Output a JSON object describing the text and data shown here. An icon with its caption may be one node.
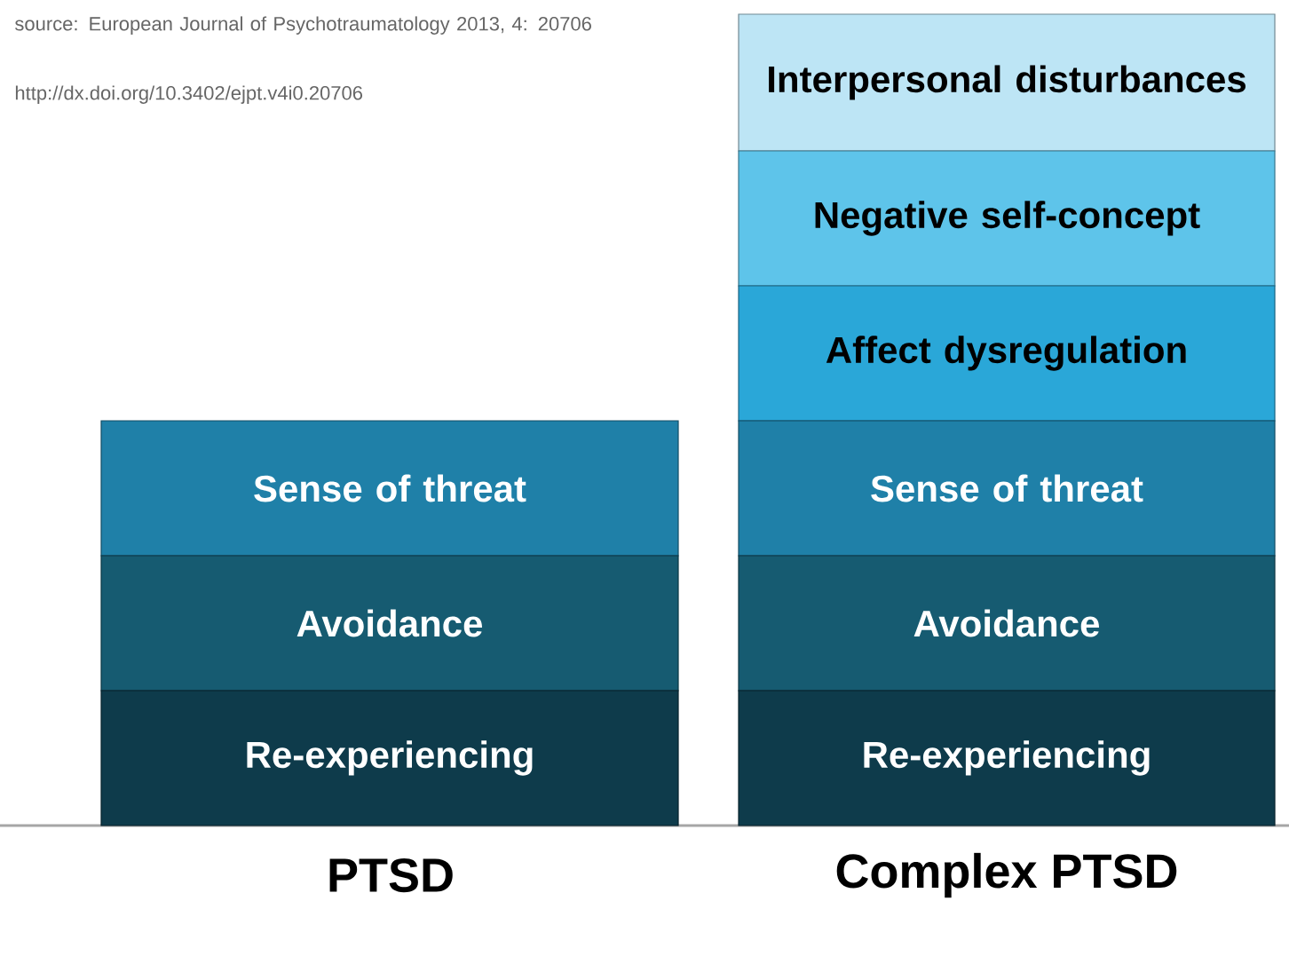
{
  "diagram": {
    "nodes": [
      {
        "text": [
          "Sense of threat"
        ]
      },
      {
        "text": [
          "Avoidance"
        ]
      },
      {
        "text": [
          "Re-experiencing"
        ]
      },
      {
        "text": [
          "Interpersonal disturbances"
        ]
      },
      {
        "text": [
          "Negative self-concept"
        ]
      },
      {
        "text": [
          "Affect dysregulation"
        ]
      },
      {
        "text": [
          "Sense of threat"
        ]
      },
      {
        "text": [
          "Avoidance"
        ]
      },
      {
        "text": [
          "Re-experiencing"
        ]
      }
    ],
    "labels": [
      "source: European Journal of Psychotraumatology 2013, 4: 20706",
      "http://dx.doi.org/10.3402/ejpt.v4i0.20706",
      "PTSD",
      "Complex PTSD"
    ]
  }
}
